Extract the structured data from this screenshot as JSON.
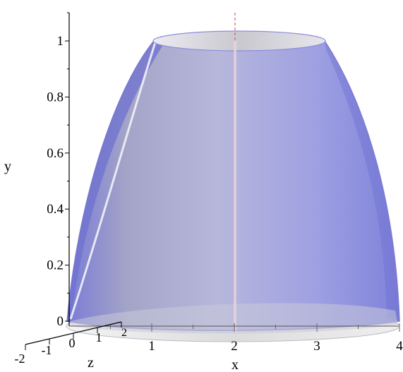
{
  "plot": {
    "axis_labels": {
      "x": "x",
      "y": "y",
      "z": "z"
    },
    "y_ticks": [
      "0",
      "0.2",
      "0.4",
      "0.6",
      "0.8",
      "1"
    ],
    "x_ticks": [
      "1",
      "2",
      "3",
      "4"
    ],
    "z_ticks": [
      "-2",
      "-1",
      "0",
      "1",
      "2"
    ],
    "colors": {
      "surface": "#9a9ce6",
      "surface_rim": "#8a8cdc",
      "inner_disk": "#d8d8dc",
      "guide_line": "#e06060",
      "axis": "#000000"
    }
  }
}
